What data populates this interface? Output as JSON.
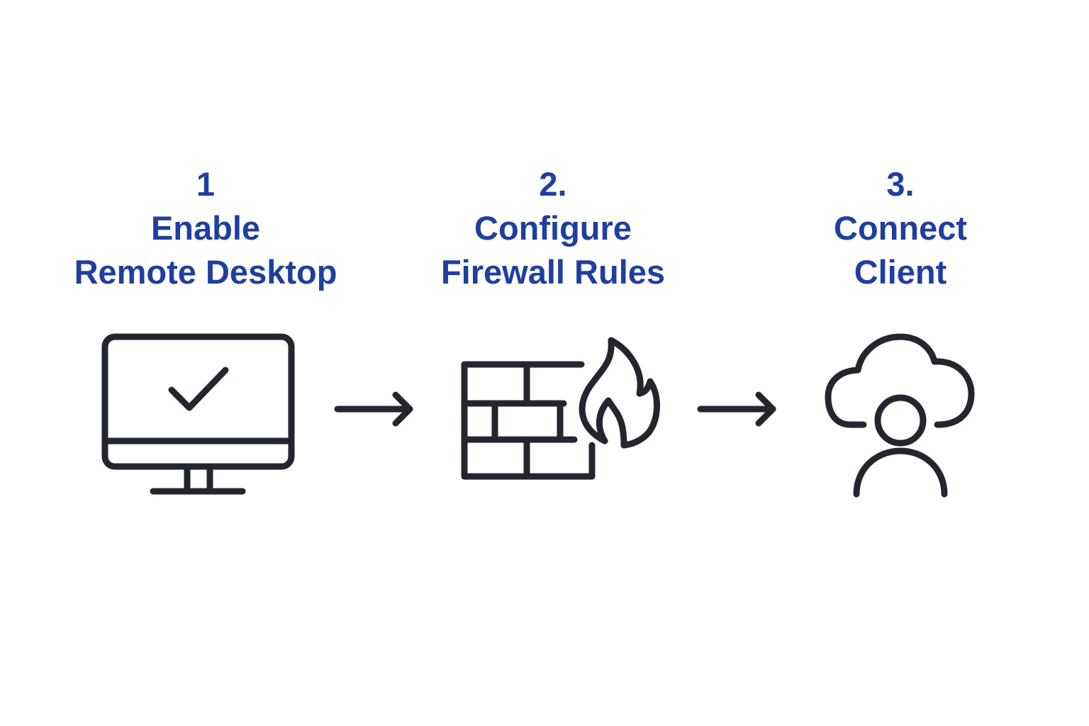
{
  "steps": [
    {
      "number": "1",
      "title_line1": "Enable",
      "title_line2": "Remote Desktop",
      "icon": "monitor-check-icon"
    },
    {
      "number": "2.",
      "title_line1": "Configure",
      "title_line2": "Firewall Rules",
      "icon": "firewall-icon"
    },
    {
      "number": "3.",
      "title_line1": "Connect",
      "title_line2": "Client",
      "icon": "cloud-user-icon"
    }
  ],
  "connectors": [
    "arrow-right-icon",
    "arrow-right-icon"
  ],
  "colors": {
    "label": "#1f3f9f",
    "icon_stroke": "#23272d",
    "background": "#ffffff"
  }
}
